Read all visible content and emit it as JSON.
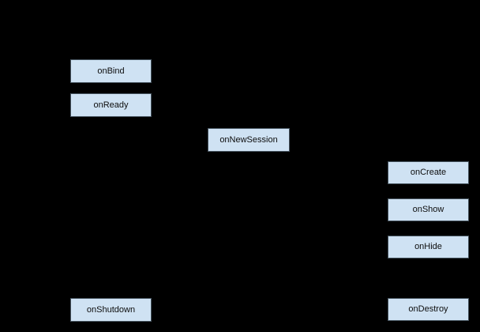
{
  "canvas": {
    "background_color": "#000000"
  },
  "node_style": {
    "fill_color": "#cfe2f3",
    "border_color": "#45535e",
    "text_color": "#0d0d0d"
  },
  "diagram": {
    "type": "lifecycle-flow",
    "nodes": [
      {
        "label": "onBind"
      },
      {
        "label": "onReady"
      },
      {
        "label": "onNewSession"
      },
      {
        "label": "onCreate"
      },
      {
        "label": "onShow"
      },
      {
        "label": "onHide"
      },
      {
        "label": "onShutdown"
      },
      {
        "label": "onDestroy"
      }
    ]
  }
}
